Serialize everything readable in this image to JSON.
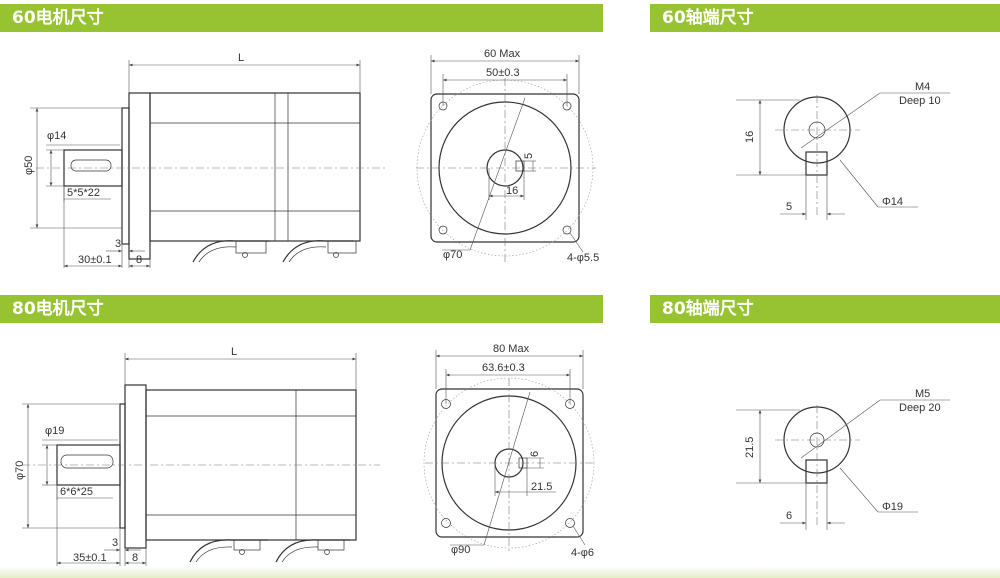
{
  "sections": {
    "motor60_title": "60电机尺寸",
    "shaft60_title": "60轴端尺寸",
    "motor80_title": "80电机尺寸",
    "shaft80_title": "80轴端尺寸"
  },
  "motor60": {
    "side": {
      "length": "L",
      "shaft_dia": "φ14",
      "pilot_dia": "φ50",
      "key": "5*5*22",
      "flange_t": "3",
      "shaft_len": "30±0.1",
      "flange_w": "8"
    },
    "front": {
      "outer": "60 Max",
      "bolt_pitch": "50±0.3",
      "key_w": "5",
      "key_h": "16",
      "pcd": "φ70",
      "holes": "4-φ5.5"
    }
  },
  "shaft60": {
    "thread": "M4",
    "depth": "Deep 10",
    "key_h": "16",
    "key_w": "5",
    "dia": "Φ14"
  },
  "motor80": {
    "side": {
      "length": "L",
      "shaft_dia": "φ19",
      "pilot_dia": "φ70",
      "key": "6*6*25",
      "flange_t": "3",
      "shaft_len": "35±0.1",
      "flange_w": "8"
    },
    "front": {
      "outer": "80 Max",
      "bolt_pitch": "63.6±0.3",
      "key_w": "6",
      "key_h": "21.5",
      "pcd": "φ90",
      "holes": "4-φ6"
    }
  },
  "shaft80": {
    "thread": "M5",
    "depth": "Deep 20",
    "key_h": "21.5",
    "key_w": "6",
    "dia": "Φ19"
  }
}
